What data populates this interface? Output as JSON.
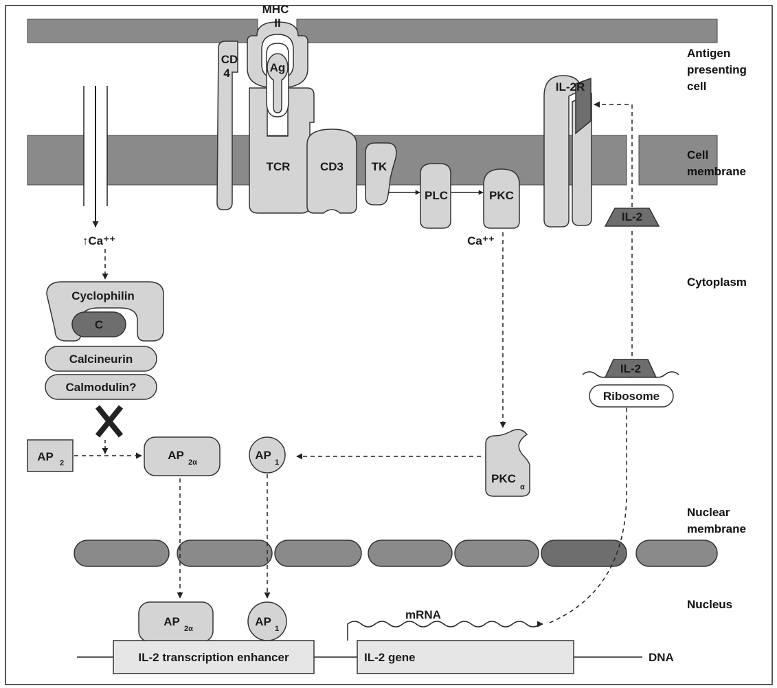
{
  "labels": {
    "mhc": "MHC",
    "mhc_num": "II",
    "cd": "CD",
    "cd_num": "4",
    "ag": "Ag",
    "tcr": "TCR",
    "cd3": "CD3",
    "tk": "TK",
    "plc": "PLC",
    "pkc": "PKC",
    "il2r": "IL-2R",
    "il2_top": "IL-2",
    "il2_lower": "IL-2",
    "ribosome": "Ribosome",
    "calcium_up": "↑Ca⁺⁺",
    "calcium_pkc": "Ca⁺⁺",
    "cyclophilin": "Cyclophilin",
    "c": "C",
    "calcineurin": "Calcineurin",
    "calmodulin": "Calmodulin?",
    "x_mark": "X",
    "ap": "AP",
    "sub2": "2",
    "sub2a": "2α",
    "sub1": "1",
    "pkc_alpha": "PKC",
    "sub_alpha": "α",
    "mrna": "mRNA",
    "enhancer": "IL-2 transcription enhancer",
    "il2_gene": "IL-2 gene",
    "dna": "DNA"
  },
  "regions": {
    "apc_1": "Antigen",
    "apc_2": "presenting",
    "apc_3": "cell",
    "membrane_1": "Cell",
    "membrane_2": "membrane",
    "cytoplasm": "Cytoplasm",
    "nuclear_1": "Nuclear",
    "nuclear_2": "membrane",
    "nucleus": "Nucleus"
  },
  "colors": {
    "membrane": "#8a8a8a",
    "protein": "#d4d4d4",
    "dark": "#6e6e6e",
    "box": "#e6e6e6",
    "line": "#222222"
  }
}
